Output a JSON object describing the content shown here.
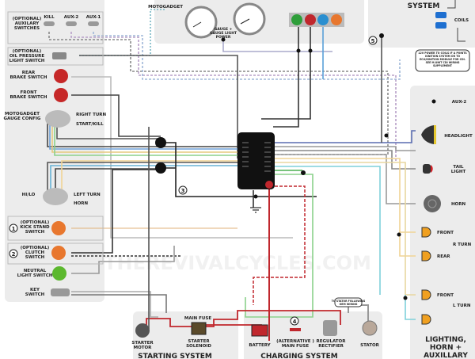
{
  "watermark": "THEREVIVALCYCLES.COM",
  "left_panel": {
    "aux_switches": {
      "label": [
        "(OPTIONAL)",
        "AUXILARY",
        "SWITCHES"
      ],
      "switches": [
        "KILL",
        "AUX-2",
        "AUX-1"
      ]
    },
    "oil_pressure": [
      "(OPTIONAL)",
      "OIL PRESSURE",
      "LIGHT SWITCH"
    ],
    "rear_brake": [
      "REAR",
      "BRAKE SWITCH"
    ],
    "front_brake": [
      "FRONT",
      "BRAKE SWITCH"
    ],
    "gauge_config": [
      "MOTOGADGET",
      "GAUGE CONFIG"
    ],
    "right_controls": [
      "RIGHT TURN",
      "START/KILL"
    ],
    "hilo": "HI/LO",
    "left_controls": [
      "LEFT TURN",
      "HORN"
    ],
    "kickstand": {
      "num": "1",
      "label": [
        "(OPTIONAL)",
        "KICK STAND",
        "SWITCH"
      ]
    },
    "clutch": {
      "num": "2",
      "label": [
        "(OPTIONAL)",
        "CLUTCH",
        "SWITCH"
      ]
    },
    "neutral": [
      "NEUTRAL",
      "LIGHT SWITCH"
    ],
    "key": [
      "KEY",
      "SWITCH"
    ]
  },
  "top_panel": {
    "motogadget": "MOTOGADGET",
    "gauge_power": [
      "GAUGE +",
      "GAUGE LIGHT",
      "POWER"
    ],
    "indicator_colors": [
      "#2e9e3a",
      "#c0272d",
      "#2a8fd0",
      "#e8772e"
    ]
  },
  "ignition": {
    "title": "SYSTEM",
    "coils": "COILS",
    "num": "5",
    "note": "12V POWER TO COILS IF A POINTS IGNITION SYSTEM OR TO ECU/IGNITION MODULE FOR CDI. SEE M.UNIT CDI WIRING SUPPLEMENT"
  },
  "center": {
    "num": "3"
  },
  "right_panel": {
    "aux2": "AUX-2",
    "headlight": "HEADLIGHT",
    "tail": [
      "TAIL",
      "LIGHT"
    ],
    "horn": "HORN",
    "r_front": "FRONT",
    "r_turn": "R TURN",
    "r_rear": "REAR",
    "l_front": "FRONT",
    "l_turn": "L TURN",
    "title": [
      "LIGHTING,",
      "HORN +",
      "AUXILLARY"
    ]
  },
  "starting": {
    "title": "STARTING SYSTEM",
    "motor": [
      "STARTER",
      "MOTOR"
    ],
    "main_fuse": "MAIN FUSE",
    "solenoid": [
      "STARTER",
      "SOLENOID"
    ]
  },
  "charging": {
    "title": "CHARGING SYSTEM",
    "battery": "BATTERY",
    "alt_fuse": [
      "(ALTERNATIVE )",
      "MAIN FUSE"
    ],
    "num": "4",
    "regulator": [
      "REGULATOR",
      "RECTIFIER"
    ],
    "stator": "STATOR",
    "stator_note": [
      "TO STATOR FOLLOWING",
      "OEM WIRING"
    ]
  }
}
